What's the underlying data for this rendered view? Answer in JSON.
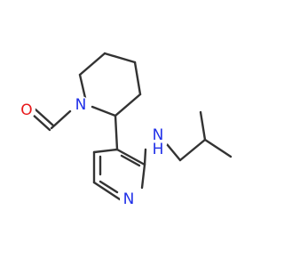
{
  "molecule": {
    "atoms": {
      "formyl_o": {
        "label": "O",
        "color": "#e8191b"
      },
      "ring_n": {
        "label": "N",
        "color": "#2030e8"
      },
      "amine_n": {
        "label": "N",
        "color": "#2030e8"
      },
      "amine_h": {
        "label": "H",
        "color": "#2030e8"
      },
      "pyridine_n": {
        "label": "N",
        "color": "#2030e8"
      }
    },
    "bond_color": "#333333"
  }
}
